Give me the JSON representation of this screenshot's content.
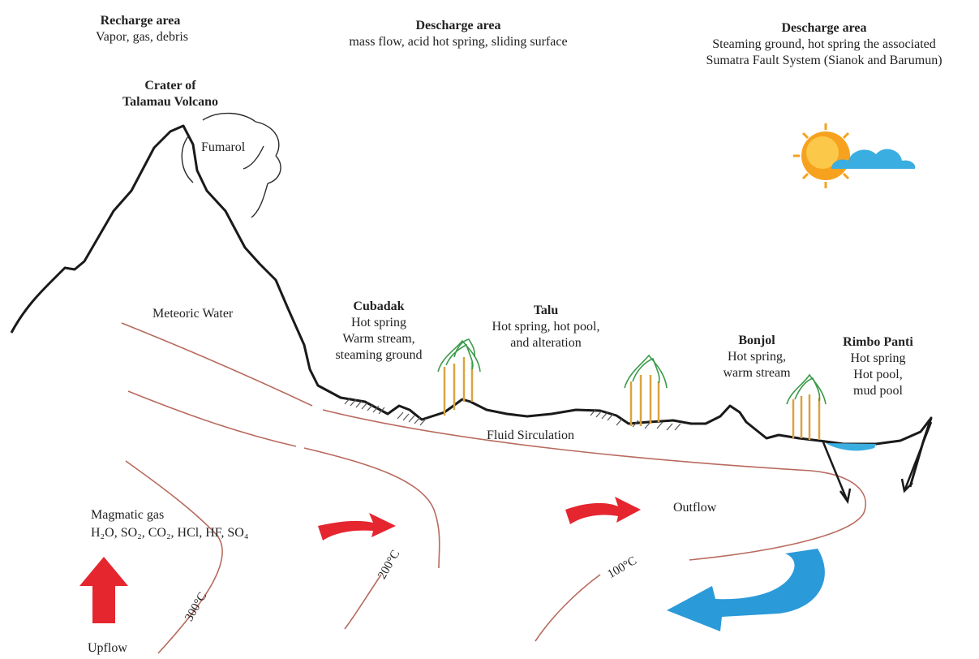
{
  "areas": {
    "recharge": {
      "title": "Recharge area",
      "desc": "Vapor, gas, debris"
    },
    "discharge_center": {
      "title": "Descharge area",
      "desc": "mass flow, acid hot spring, sliding surface"
    },
    "discharge_right": {
      "title": "Descharge area",
      "desc1": "Steaming ground, hot spring the associated",
      "desc2": "Sumatra Fault System (Sianok and Barumun)"
    }
  },
  "crater": {
    "line1": "Crater of",
    "line2": "Talamau Volcano"
  },
  "fumarol": "Fumarol",
  "meteoric_water": "Meteoric Water",
  "sites": {
    "cubadak": {
      "name": "Cubadak",
      "l1": "Hot spring",
      "l2": "Warm stream,",
      "l3": "steaming ground"
    },
    "talu": {
      "name": "Talu",
      "l1": "Hot spring, hot pool,",
      "l2": "and alteration"
    },
    "bonjol": {
      "name": "Bonjol",
      "l1": "Hot spring,",
      "l2": "warm stream"
    },
    "rimbo_panti": {
      "name": "Rimbo Panti",
      "l1": "Hot spring",
      "l2": "Hot pool,",
      "l3": "mud pool"
    }
  },
  "fluid_circulation": "Fluid Sirculation",
  "outflow": "Outflow",
  "upflow": "Upflow",
  "magmatic": {
    "title": "Magmatic gas",
    "formula": "H₂O, SO₂, CO₂, HCl, HF, SO₄"
  },
  "isotherms": {
    "t300": "300°C",
    "t200": "200°C",
    "t100": "100°C"
  },
  "colors": {
    "terrain": "#1a1a1a",
    "isotherm": "#b86a5e",
    "red_arrow": "#e5262f",
    "blue_arrow": "#2b9ad8",
    "sun": "#f6a21e",
    "cloud": "#3aaee0",
    "tree_trunk": "#d9a441",
    "tree_crown": "#3a9a4a"
  }
}
